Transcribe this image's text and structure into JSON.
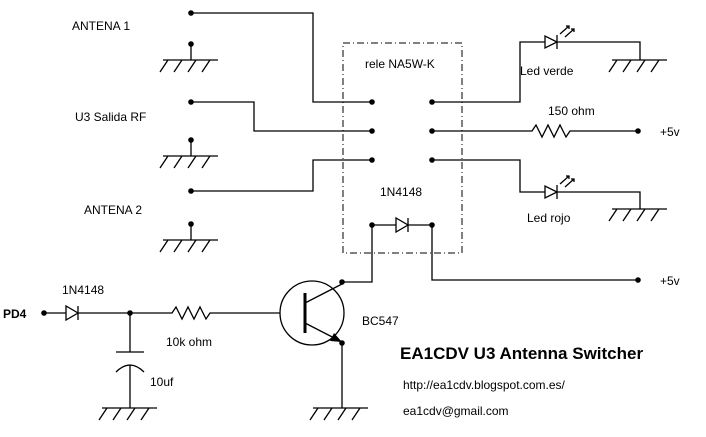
{
  "labels": {
    "antena1": "ANTENA 1",
    "u3_salida_rf": "U3 Salida RF",
    "antena2": "ANTENA 2",
    "relay": "rele NA5W-K",
    "led_verde": "Led verde",
    "resistor_150": "150 ohm",
    "plus5v_top": "+5v",
    "diode_relay": "1N4148",
    "led_rojo": "Led rojo",
    "plus5v_bottom": "+5v",
    "diode_input": "1N4148",
    "pd4": "PD4",
    "resistor_10k": "10k ohm",
    "transistor": "BC547",
    "capacitor": "10uf"
  },
  "title": "EA1CDV U3 Antenna Switcher",
  "url": "http://ea1cdv.blogspot.com.es/",
  "email": "ea1cdv@gmail.com",
  "colors": {
    "ink": "#000000",
    "background": "#ffffff"
  }
}
